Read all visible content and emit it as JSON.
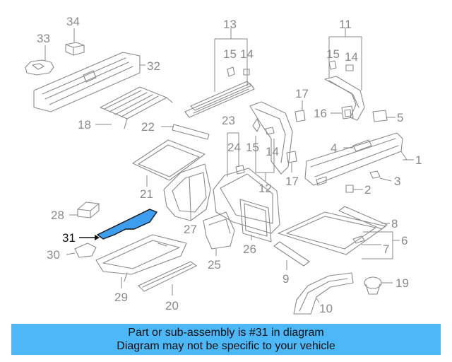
{
  "callouts": {
    "c1": "1",
    "c2": "2",
    "c3": "3",
    "c4": "4",
    "c5": "5",
    "c6": "6",
    "c7": "7",
    "c8": "8",
    "c9": "9",
    "c10": "10",
    "c11": "11",
    "c12": "12",
    "c13": "13",
    "c14a": "14",
    "c14b": "14",
    "c14c": "14",
    "c15a": "15",
    "c15b": "15",
    "c15c": "15",
    "c16": "16",
    "c17a": "17",
    "c17b": "17",
    "c18": "18",
    "c19": "19",
    "c20": "20",
    "c21": "21",
    "c22": "22",
    "c23": "23",
    "c24": "24",
    "c25": "25",
    "c26": "26",
    "c27": "27",
    "c28": "28",
    "c29": "29",
    "c30": "30",
    "c31": "31",
    "c32": "32",
    "c33": "33",
    "c34": "34"
  },
  "highlight": {
    "part_number": "31",
    "color": "#3d9ef0"
  },
  "caption": {
    "line1": "Part or sub-assembly is #31 in diagram",
    "line2": "Diagram may not be specific to your vehicle",
    "background": "#4db8f7"
  }
}
